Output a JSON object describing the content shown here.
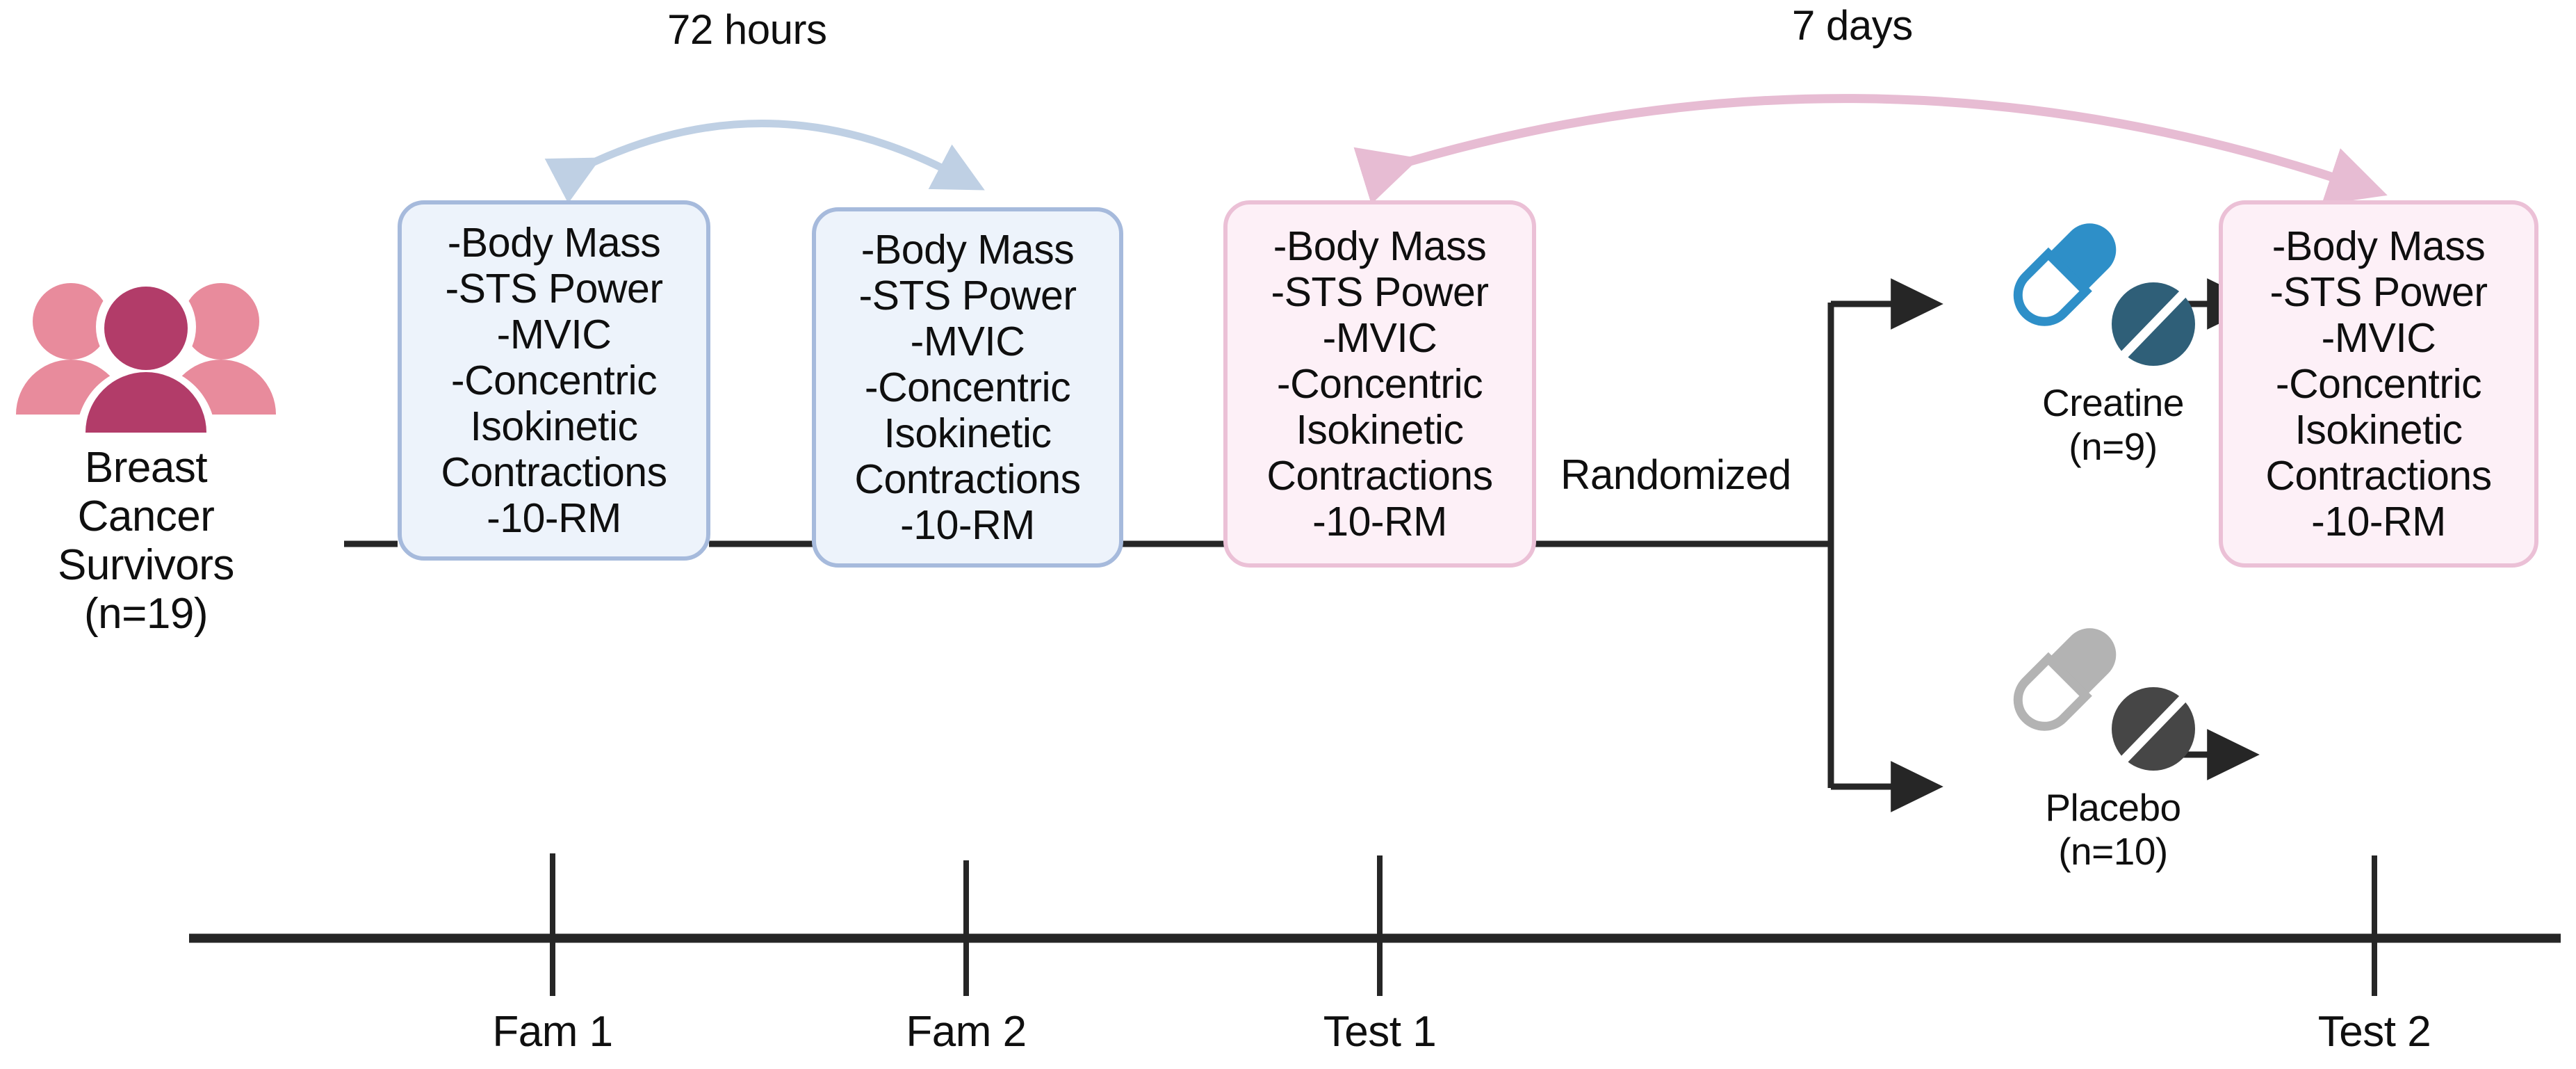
{
  "figure": {
    "type": "study-design-flowchart",
    "background": "#ffffff"
  },
  "participants": {
    "icon": "people-group-icon",
    "caption": "Breast\nCancer\nSurvivors\n(n=19)",
    "colors": {
      "light": "#E88B9C",
      "dark": "#B23C69"
    }
  },
  "assessments": {
    "lines": "-Body Mass\n-STS Power\n-MVIC\n-Concentric\nIsokinetic\nContractions\n-10-RM",
    "items": [
      "-Body Mass",
      "-STS Power",
      "-MVIC",
      "-Concentric Isokinetic Contractions",
      "-10-RM"
    ]
  },
  "boxes": [
    {
      "id": "fam1",
      "variant": "blue",
      "text": "-Body Mass\n-STS Power\n-MVIC\n-Concentric\nIsokinetic\nContractions\n-10-RM"
    },
    {
      "id": "fam2",
      "variant": "blue",
      "text": "-Body Mass\n-STS Power\n-MVIC\n-Concentric\nIsokinetic\nContractions\n-10-RM"
    },
    {
      "id": "test1",
      "variant": "pink",
      "text": "-Body Mass\n-STS Power\n-MVIC\n-Concentric\nIsokinetic\nContractions\n-10-RM"
    },
    {
      "id": "test2",
      "variant": "pink",
      "text": "-Body Mass\n-STS Power\n-MVIC\n-Concentric\nIsokinetic\nContractions\n-10-RM"
    }
  ],
  "intervals": {
    "fam1_to_fam2": {
      "label": "72 hours",
      "color": "#BFD0E4"
    },
    "test1_to_test2": {
      "label": "7 days",
      "color": "#E7BCD3"
    }
  },
  "randomization": {
    "label": "Randomized",
    "arms": [
      {
        "id": "creatine",
        "icon": "capsule-and-tablet-icon",
        "caption": "Creatine\n(n=9)",
        "name": "Creatine",
        "n": "(n=9)",
        "capsule_color": "#2E8FC8",
        "tablet_color": "#2F5F78"
      },
      {
        "id": "placebo",
        "icon": "capsule-and-tablet-icon",
        "caption": "Placebo\n(n=10)",
        "name": "Placebo",
        "n": "(n=10)",
        "capsule_color": "#B3B3B3",
        "tablet_color": "#464646"
      }
    ]
  },
  "timeline": {
    "axis_color": "#262626",
    "ticks": [
      {
        "label": "Fam 1"
      },
      {
        "label": "Fam 2"
      },
      {
        "label": "Test 1"
      },
      {
        "label": "Test 2"
      }
    ]
  },
  "colors": {
    "blue_box_fill": "#EDF3FB",
    "blue_box_border": "#A6BADC",
    "pink_box_fill": "#FDF0F7",
    "pink_box_border": "#EBC0D6",
    "connector": "#262626",
    "blue_arc": "#BFD0E4",
    "pink_arc": "#E7BCD3"
  }
}
